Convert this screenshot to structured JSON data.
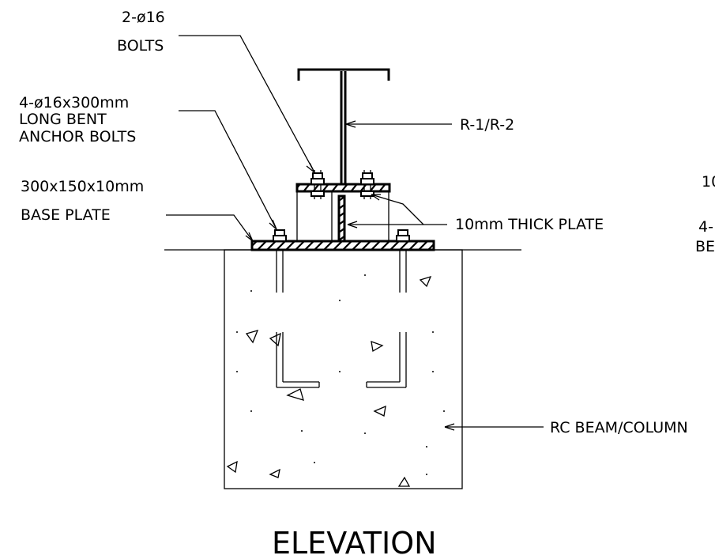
{
  "labels": {
    "bolts_count": "2-ø16",
    "bolts": "BOLTS",
    "anchor_1": "4-ø16x300mm",
    "anchor_2": "LONG BENT",
    "anchor_3": "ANCHOR BOLTS",
    "base_plate_1": "300x150x10mm",
    "base_plate_2": "BASE PLATE",
    "section": "R-1/R-2",
    "thick_plate": "10mm THICK PLATE",
    "rc": "RC BEAM/COLUMN",
    "cut_1": "10",
    "cut_2": "4-",
    "cut_3": "BE"
  },
  "title": "ELEVATION"
}
